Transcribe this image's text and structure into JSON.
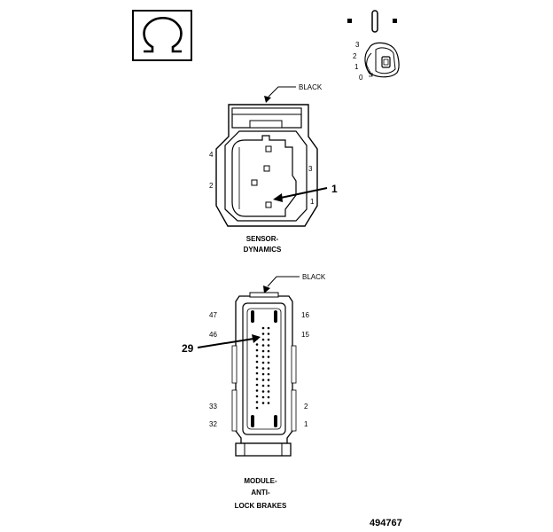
{
  "figure_number": "494767",
  "terminal_key_labels": [
    "3",
    "2",
    "1",
    "0"
  ],
  "sensor_connector": {
    "color": "BLACK",
    "name_line1": "SENSOR-",
    "name_line2": "DYNAMICS",
    "cavity_numbers": [
      "4",
      "2",
      "3",
      "1"
    ],
    "callout": "1"
  },
  "abs_connector": {
    "color": "BLACK",
    "name_line1": "MODULE-",
    "name_line2": "ANTI-",
    "name_line3": "LOCK BRAKES",
    "cavity_numbers_left": [
      "47",
      "46",
      "33",
      "32"
    ],
    "cavity_numbers_right": [
      "16",
      "15",
      "2",
      "1"
    ],
    "callout": "29"
  },
  "icons": [
    "ohm-symbol-icon",
    "terminal-probe-icon",
    "terminal-key-icon"
  ]
}
